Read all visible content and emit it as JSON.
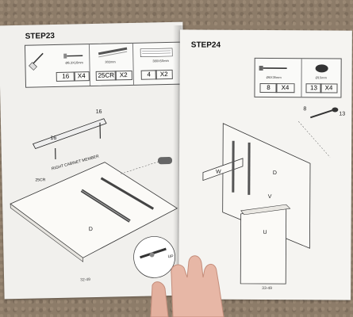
{
  "left_page": {
    "step_title": "STEP23",
    "parts": [
      {
        "size": "Ø6.3X16mm",
        "qty_callout": "16",
        "count": "X4"
      },
      {
        "size": "302mm",
        "qty_callout": "25CR",
        "count": "X2"
      },
      {
        "size": "380X50mm",
        "qty_callout": "4",
        "count": "X2"
      }
    ],
    "callouts": {
      "screw_number_top": "16",
      "screw_number_left": "16",
      "member_label": "RIGHT CABINET MEMBER",
      "slide_code": "25CR",
      "panel_letter": "D",
      "up_label": "UP"
    },
    "page_number": "32-49"
  },
  "right_page": {
    "step_title": "STEP24",
    "parts": [
      {
        "size": "Ø6X35mm",
        "qty_callout": "8",
        "count": "X4"
      },
      {
        "size": "Ø15mm",
        "qty_callout": "13",
        "count": "X4"
      }
    ],
    "callouts": {
      "dowel_number": "8",
      "cap_number": "13",
      "panel_w": "W",
      "panel_d": "D",
      "panel_v": "V",
      "panel_u": "U"
    },
    "page_number": "33-49"
  }
}
